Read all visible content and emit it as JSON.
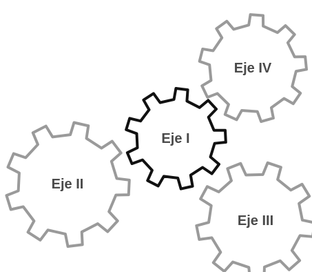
{
  "colors": {
    "active": "#111111",
    "inactive": "#9a9a9a",
    "label": "#4a4a4a"
  },
  "gears": [
    {
      "label": "Eje IV",
      "state": "inactive",
      "icon": "gear-icon"
    },
    {
      "label": "Eje II",
      "state": "inactive",
      "icon": "gear-icon"
    },
    {
      "label": "Eje III",
      "state": "inactive",
      "icon": "gear-icon"
    },
    {
      "label": "Eje I",
      "state": "active",
      "icon": "gear-icon"
    }
  ]
}
